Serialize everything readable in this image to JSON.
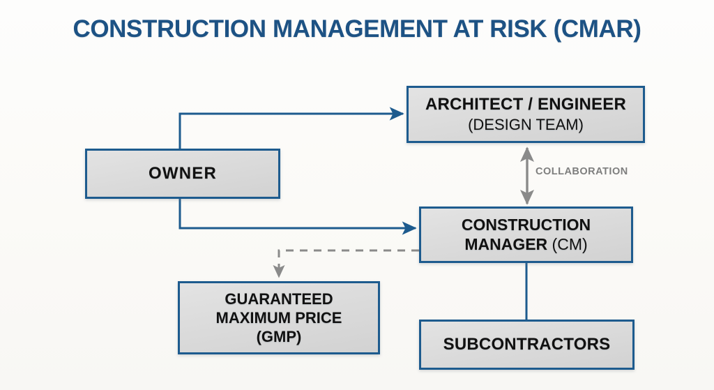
{
  "diagram": {
    "title": "CONSTRUCTION MANAGEMENT AT RISK (CMAR)",
    "background_color": "#fbfaf8",
    "title_color": "#1d5284",
    "box_border_color": "#1d5b8e",
    "box_fill_color": "#dcdcdc",
    "connector_color": "#1d5b8e",
    "collaboration_arrow_color": "#808080",
    "nodes": [
      {
        "id": "architect",
        "name": "architect-engineer",
        "line1": "ARCHITECT / ENGINEER",
        "line2": "(DESIGN TEAM)"
      },
      {
        "id": "owner",
        "name": "owner",
        "line1": "OWNER"
      },
      {
        "id": "construction-manager",
        "name": "construction-manager",
        "line1": "CONSTRUCTION",
        "line2a": "MANAGER",
        "line2b": " (CM)"
      },
      {
        "id": "gmp",
        "name": "guaranteed-maximum-price",
        "line1": "GUARANTEED",
        "line2": "MAXIMUM PRICE",
        "line3": "(GMP)"
      },
      {
        "id": "subcontractors",
        "name": "subcontractors",
        "line1": "SUBCONTRACTORS"
      }
    ],
    "edges": [
      {
        "id": "owner-to-architect",
        "from": "owner",
        "to": "architect",
        "style": "solid",
        "arrow": "single",
        "color": "#1d5b8e"
      },
      {
        "id": "owner-to-cm",
        "from": "owner",
        "to": "construction-manager",
        "style": "solid",
        "arrow": "single",
        "color": "#1d5b8e"
      },
      {
        "id": "architect-cm-collaboration",
        "from": "construction-manager",
        "to": "architect",
        "style": "solid",
        "arrow": "double",
        "color": "#808080",
        "label": "COLLABORATION"
      },
      {
        "id": "cm-to-gmp",
        "from": "construction-manager",
        "to": "gmp",
        "style": "dashed",
        "arrow": "single",
        "color": "#808080"
      },
      {
        "id": "cm-to-subcontractors",
        "from": "construction-manager",
        "to": "subcontractors",
        "style": "solid",
        "arrow": "none",
        "color": "#1d5b8e"
      }
    ],
    "collaboration_label": "COLLABORATION"
  }
}
